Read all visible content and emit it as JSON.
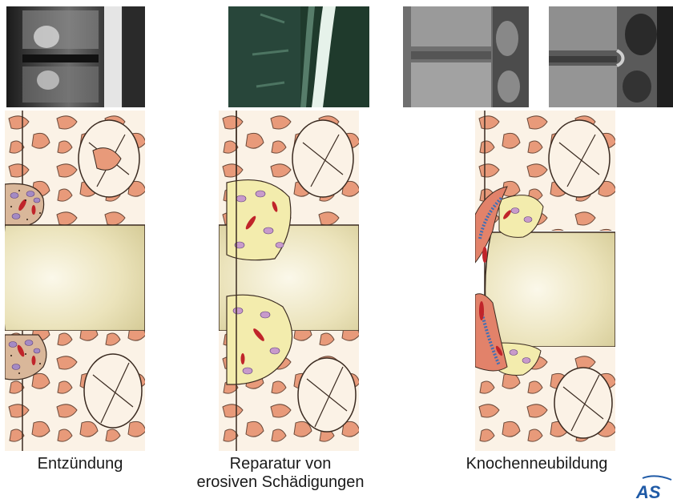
{
  "stages": [
    {
      "id": "inflammation",
      "caption": "Entzündung"
    },
    {
      "id": "repair",
      "caption_line1": "Reparatur von",
      "caption_line2": "erosiven Schädigungen"
    },
    {
      "id": "new-bone",
      "caption": "Knochenneubildung"
    }
  ],
  "logo": {
    "text": "AS"
  },
  "colors": {
    "bone_fill": "#fbf2e6",
    "trabecula_fill": "#e89a7a",
    "disc_fill": "#efe9c8",
    "repair_tissue": "#f3ecad",
    "inflammation_tissue": "#d9b79a",
    "vessel_red": "#c0242a",
    "new_bone_blue": "#3f6fb5",
    "logo_blue": "#1f5aa6"
  }
}
